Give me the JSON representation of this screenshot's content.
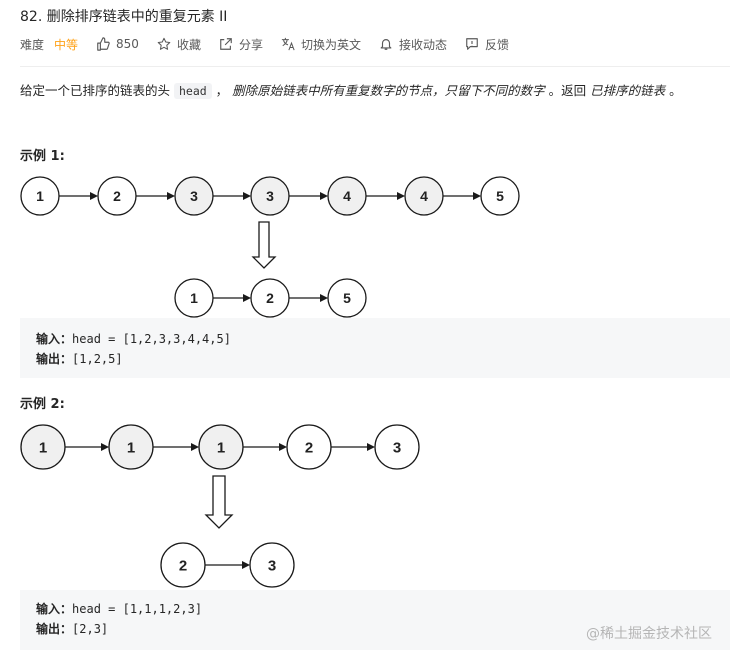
{
  "problem": {
    "title": "82. 删除排序链表中的重复元素 II",
    "difficulty_label": "难度",
    "difficulty": "中等",
    "likes": "850",
    "favorite": "收藏",
    "share": "分享",
    "translate": "切换为英文",
    "notify": "接收动态",
    "feedback": "反馈",
    "difficulty_color": "#ffa116"
  },
  "description": {
    "part1": "给定一个已排序的链表的头 ",
    "code": "head",
    "part2": " ， ",
    "italic": "删除原始链表中所有重复数字的节点，只留下不同的数字",
    "part3": " 。返回 ",
    "italic2": "已排序的链表",
    "part4": " 。"
  },
  "examples": [
    {
      "title": "示例 1:",
      "top_nodes": [
        {
          "label": "1",
          "dup": false
        },
        {
          "label": "2",
          "dup": false
        },
        {
          "label": "3",
          "dup": true
        },
        {
          "label": "3",
          "dup": true
        },
        {
          "label": "4",
          "dup": true
        },
        {
          "label": "4",
          "dup": true
        },
        {
          "label": "5",
          "dup": false
        }
      ],
      "bottom_nodes": [
        {
          "label": "1"
        },
        {
          "label": "2"
        },
        {
          "label": "5"
        }
      ],
      "input_label": "输入：",
      "input": "head = [1,2,3,3,4,4,5]",
      "output_label": "输出：",
      "output": "[1,2,5]"
    },
    {
      "title": "示例 2:",
      "top_nodes": [
        {
          "label": "1",
          "dup": true
        },
        {
          "label": "1",
          "dup": true
        },
        {
          "label": "1",
          "dup": true
        },
        {
          "label": "2",
          "dup": false
        },
        {
          "label": "3",
          "dup": false
        }
      ],
      "bottom_nodes": [
        {
          "label": "2"
        },
        {
          "label": "3"
        }
      ],
      "input_label": "输入：",
      "input": "head = [1,1,1,2,3]",
      "output_label": "输出：",
      "output": "[2,3]"
    }
  ],
  "colors": {
    "duplicate_fill": "#f0f0f0",
    "normal_fill": "#ffffff"
  },
  "watermark": "@稀土掘金技术社区"
}
